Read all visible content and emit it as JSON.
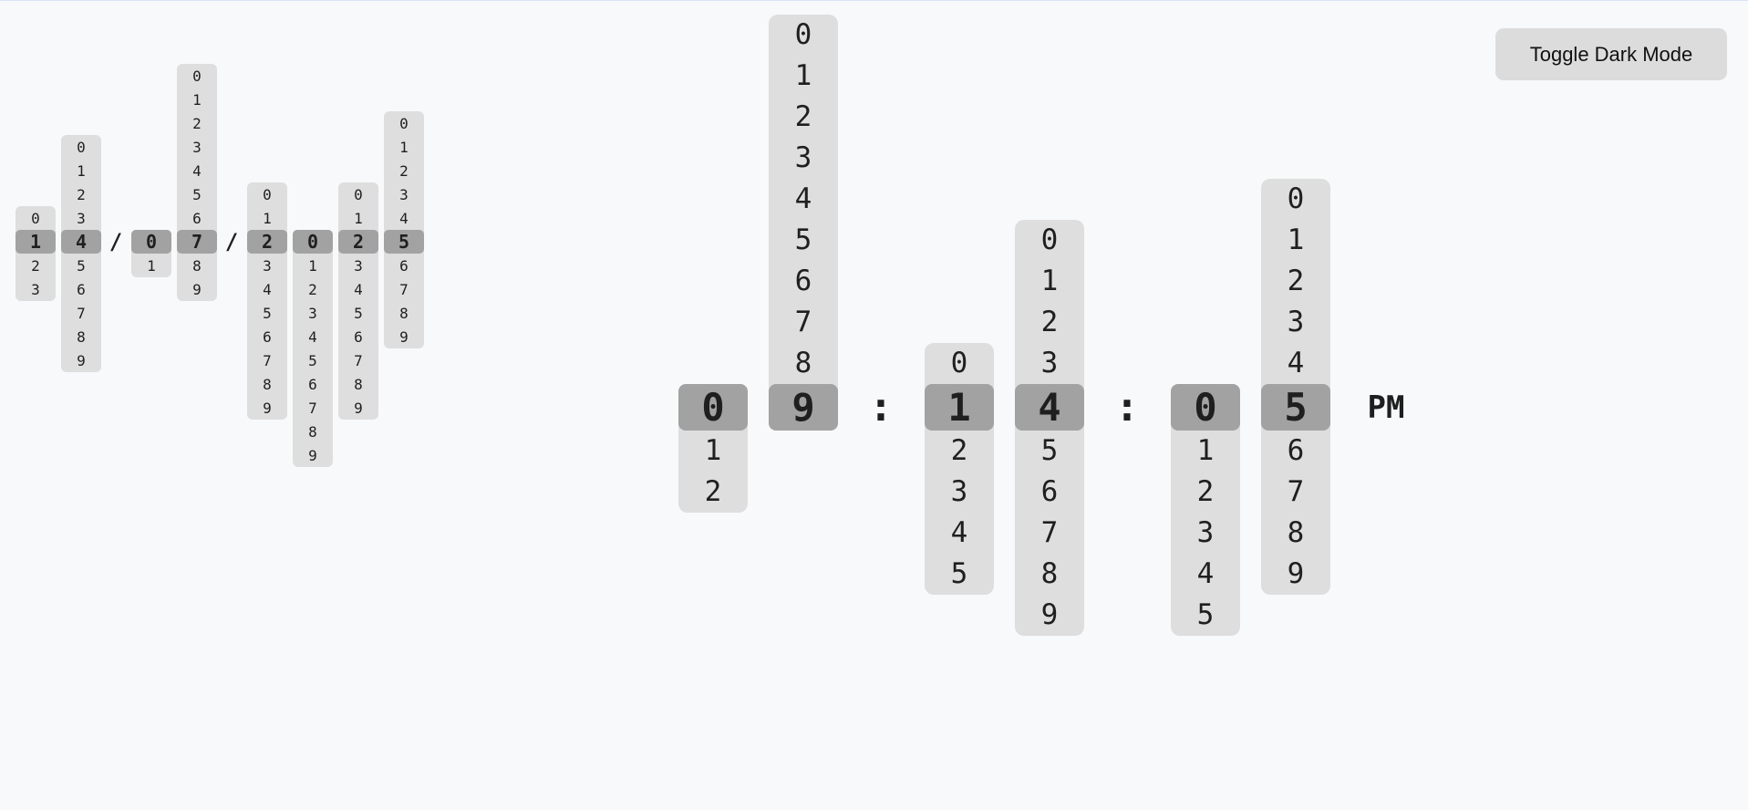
{
  "toggle_button": {
    "label": "Toggle Dark Mode"
  },
  "date": {
    "separator": "/",
    "columns": [
      {
        "name": "month-tens",
        "digits": [
          "0",
          "1",
          "2",
          "3"
        ],
        "selected": "1"
      },
      {
        "name": "month-ones",
        "digits": [
          "0",
          "1",
          "2",
          "3",
          "4",
          "5",
          "6",
          "7",
          "8",
          "9"
        ],
        "selected": "4"
      },
      {
        "name": "day-tens",
        "digits": [
          "0",
          "1"
        ],
        "selected": "0"
      },
      {
        "name": "day-ones",
        "digits": [
          "0",
          "1",
          "2",
          "3",
          "4",
          "5",
          "6",
          "7",
          "8",
          "9"
        ],
        "selected": "7"
      },
      {
        "name": "year-thousands",
        "digits": [
          "0",
          "1",
          "2",
          "3",
          "4",
          "5",
          "6",
          "7",
          "8",
          "9"
        ],
        "selected": "2"
      },
      {
        "name": "year-hundreds",
        "digits": [
          "0",
          "1",
          "2",
          "3",
          "4",
          "5",
          "6",
          "7",
          "8",
          "9"
        ],
        "selected": "0"
      },
      {
        "name": "year-tens",
        "digits": [
          "0",
          "1",
          "2",
          "3",
          "4",
          "5",
          "6",
          "7",
          "8",
          "9"
        ],
        "selected": "2"
      },
      {
        "name": "year-ones",
        "digits": [
          "0",
          "1",
          "2",
          "3",
          "4",
          "5",
          "6",
          "7",
          "8",
          "9"
        ],
        "selected": "5"
      }
    ]
  },
  "time": {
    "separator": ":",
    "columns": [
      {
        "name": "hour-tens",
        "digits": [
          "0",
          "1",
          "2"
        ],
        "selected": "0"
      },
      {
        "name": "hour-ones",
        "digits": [
          "0",
          "1",
          "2",
          "3",
          "4",
          "5",
          "6",
          "7",
          "8",
          "9"
        ],
        "selected": "9"
      },
      {
        "name": "minute-tens",
        "digits": [
          "0",
          "1",
          "2",
          "3",
          "4",
          "5"
        ],
        "selected": "1"
      },
      {
        "name": "minute-ones",
        "digits": [
          "0",
          "1",
          "2",
          "3",
          "4",
          "5",
          "6",
          "7",
          "8",
          "9"
        ],
        "selected": "4"
      },
      {
        "name": "second-tens",
        "digits": [
          "0",
          "1",
          "2",
          "3",
          "4",
          "5"
        ],
        "selected": "0"
      },
      {
        "name": "second-ones",
        "digits": [
          "0",
          "1",
          "2",
          "3",
          "4",
          "5",
          "6",
          "7",
          "8",
          "9"
        ],
        "selected": "5"
      }
    ],
    "period": "PM"
  }
}
